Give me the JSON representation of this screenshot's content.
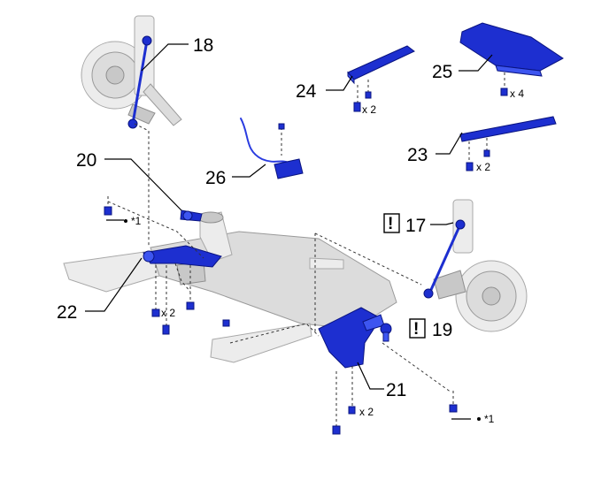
{
  "parts": {
    "p17": "17",
    "p18": "18",
    "p19": "19",
    "p20": "20",
    "p21": "21",
    "p22": "22",
    "p23": "23",
    "p24": "24",
    "p25": "25",
    "p26": "26"
  },
  "quantities": {
    "q24": "x 2",
    "q25": "x 4",
    "q23": "x 2",
    "q22": "x 2",
    "q21": "x 2"
  },
  "notes": {
    "ref_left": "*1",
    "ref_right": "*1"
  },
  "warnings": {
    "w17": "!",
    "w19": "!"
  },
  "colors": {
    "highlight_part": "#1d2fd0",
    "body_part": "#dcdcdc",
    "line": "#000000"
  }
}
